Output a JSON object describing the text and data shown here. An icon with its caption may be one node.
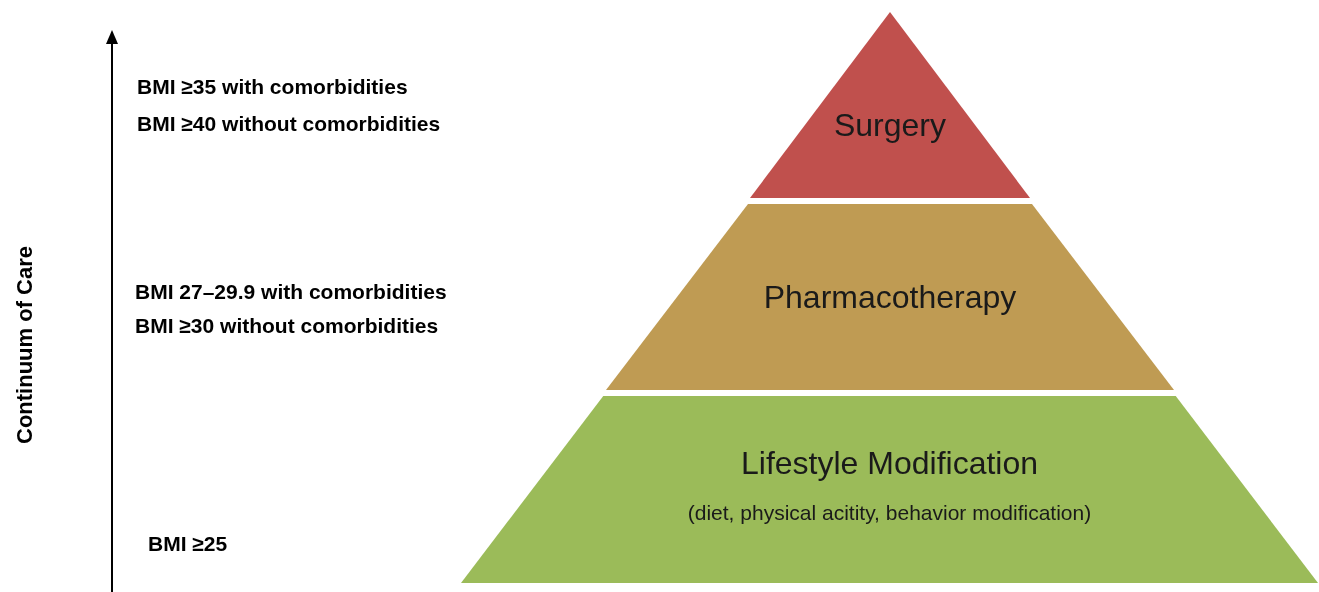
{
  "diagram": {
    "nodes": [
      {
        "text": [
          "Surgery"
        ]
      },
      {
        "text": [
          "Pharmacotherapy"
        ]
      },
      {
        "text": [
          "Lifestyle Modification",
          "(diet, physical acitity, behavior modification)"
        ]
      }
    ],
    "labels": [
      "Continuum of Care",
      "BMI ≥35 with comorbidities",
      "BMI ≥40 without comorbidities",
      "BMI 27–29.9 with comorbidities",
      "BMI ≥30 without comorbidities",
      "BMI ≥25"
    ]
  }
}
